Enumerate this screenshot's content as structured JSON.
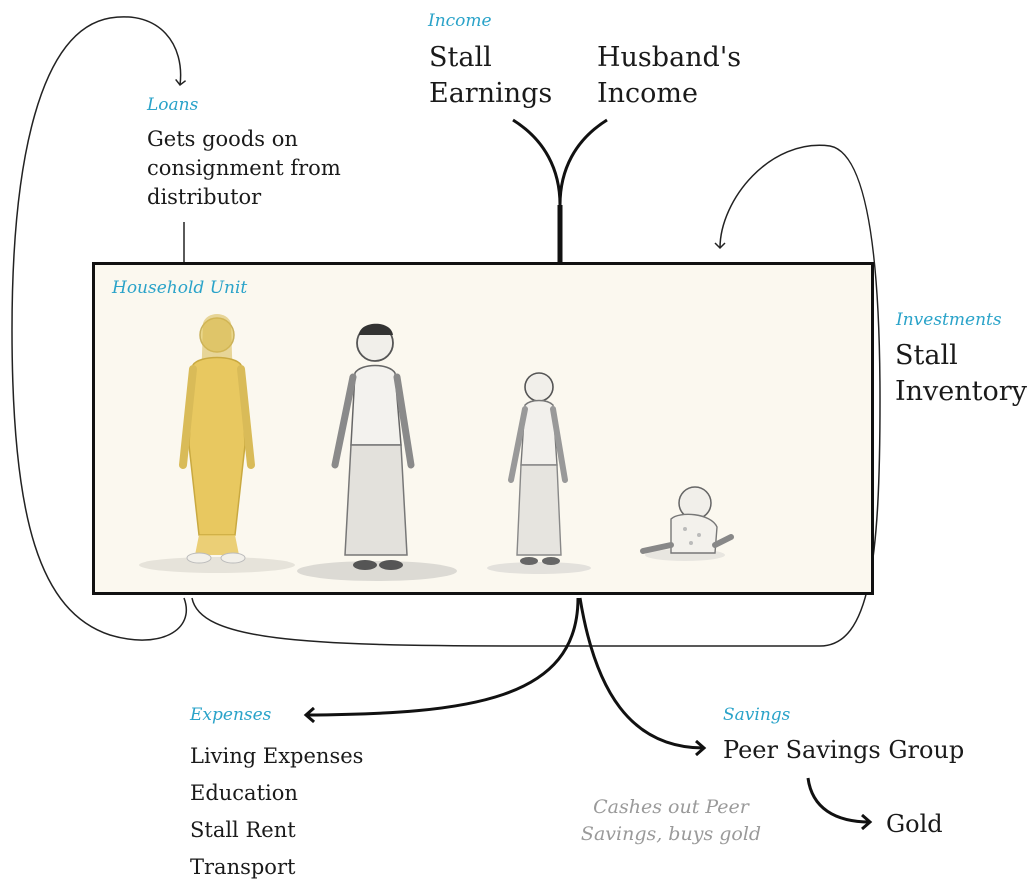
{
  "income": {
    "category": "Income",
    "sources": [
      "Stall\nEarnings",
      "Husband's\nIncome"
    ]
  },
  "loans": {
    "category": "Loans",
    "text": "Gets goods on\nconsignment from\ndistributor"
  },
  "household": {
    "label": "Household Unit",
    "members": [
      "woman-figure",
      "man-figure",
      "boy-figure",
      "baby-figure"
    ],
    "colors": {
      "woman": "#e8c860",
      "background": "#fbf8ef"
    }
  },
  "investments": {
    "category": "Investments",
    "text": "Stall\nInventory"
  },
  "expenses": {
    "category": "Expenses",
    "items": [
      "Living Expenses",
      "Education",
      "Stall Rent",
      "Transport"
    ]
  },
  "savings": {
    "category": "Savings",
    "target": "Peer Savings Group",
    "note": "Cashes out Peer\nSavings, buys gold",
    "final": "Gold"
  },
  "colors": {
    "accent": "#2aa3c9",
    "note": "#9a9a9a",
    "ink": "#111111"
  }
}
